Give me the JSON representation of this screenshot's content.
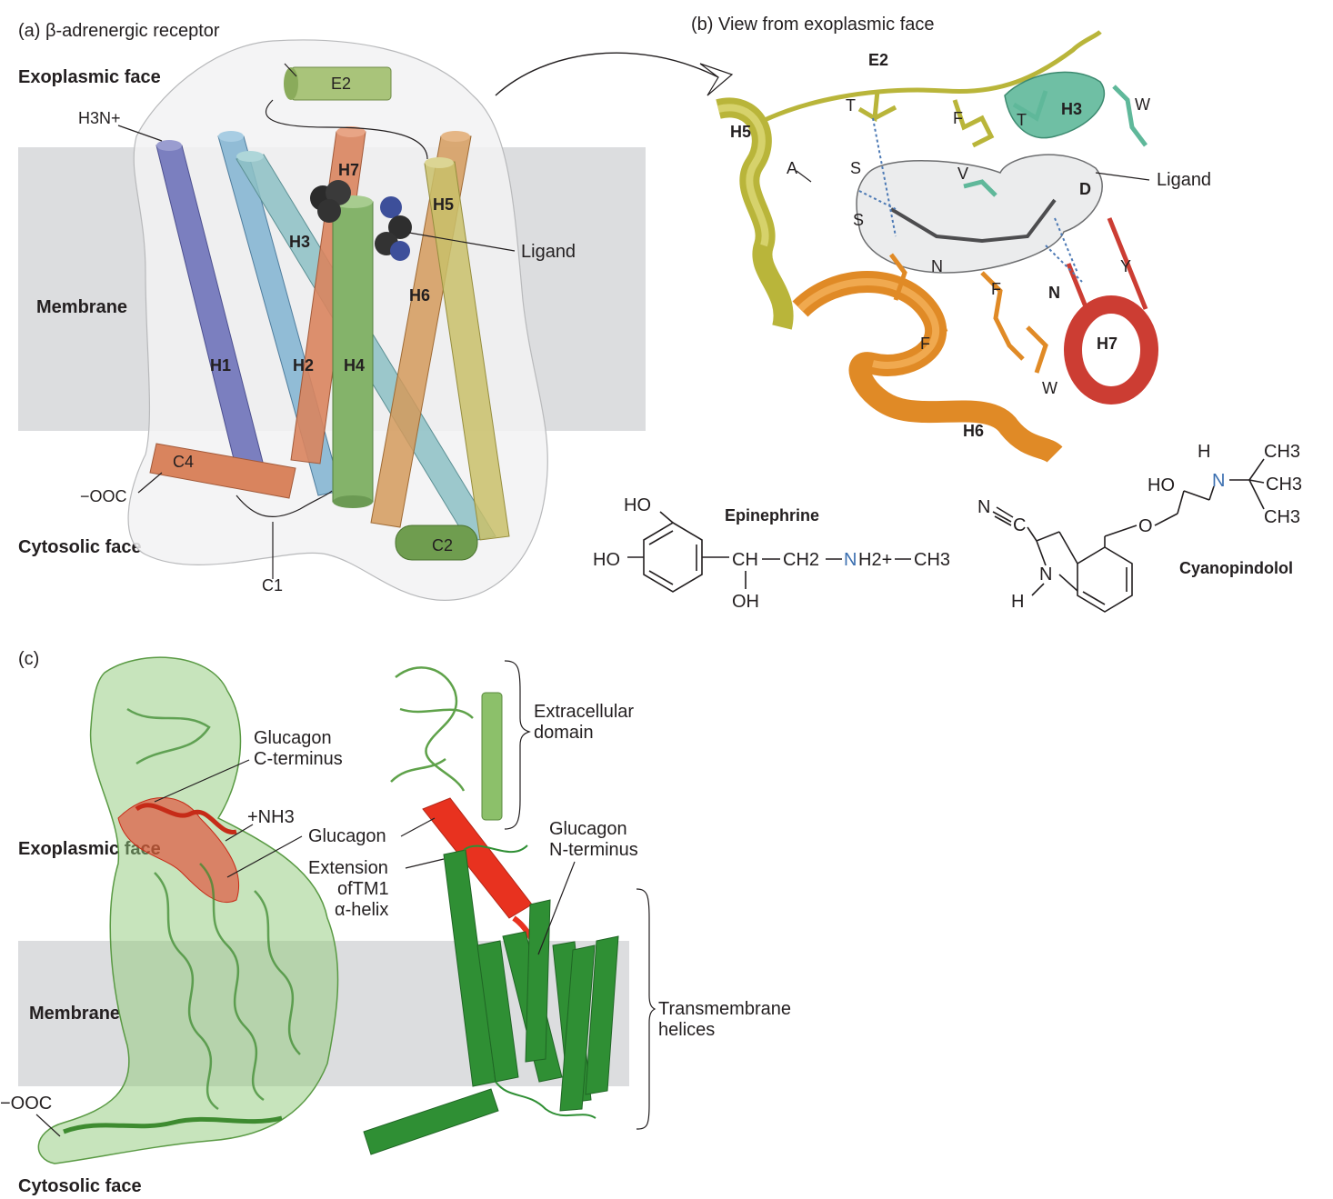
{
  "panel_a": {
    "title": "(a)  β-adrenergic receptor",
    "exoplasmic_face": "Exoplasmic face",
    "membrane": "Membrane",
    "cytosolic_face": "Cytosolic face",
    "n_terminus": "H3N+",
    "c_terminus": "−OOC",
    "helices": [
      "H1",
      "H2",
      "H3",
      "H4",
      "H5",
      "H6",
      "H7"
    ],
    "loops": [
      "E2",
      "C1",
      "C2",
      "C4"
    ],
    "ligand": "Ligand"
  },
  "panel_b": {
    "title": "(b)  View from exoplasmic face",
    "helices": [
      "H3",
      "H5",
      "H6",
      "H7"
    ],
    "e2": "E2",
    "ligand": "Ligand",
    "residues": [
      "T",
      "F",
      "T",
      "W",
      "A",
      "S",
      "V",
      "D",
      "S",
      "N",
      "F",
      "N",
      "Y",
      "F",
      "W"
    ]
  },
  "epinephrine": {
    "name": "Epinephrine",
    "ho_top": "HO",
    "ho_left": "HO",
    "chain_ch": "CH",
    "chain_ch2": "CH2",
    "chain_n": "N",
    "chain_h2": "H2+",
    "chain_ch3": "CH3",
    "oh": "OH"
  },
  "cyanopindolol": {
    "name": "Cyanopindolol",
    "h_top": "H",
    "n_amine": "N",
    "ch3_a": "CH3",
    "ch3_b": "CH3",
    "ch3_c": "CH3",
    "ho": "HO",
    "o": "O",
    "nc": "N",
    "c": "C",
    "ring_n": "N",
    "ring_h": "H"
  },
  "panel_c": {
    "title": "(c)",
    "exoplasmic_face": "Exoplasmic face",
    "membrane": "Membrane",
    "cytosolic_face": "Cytosolic face",
    "c_terminus": "−OOC",
    "glucagon_c_terminus": [
      "Glucagon",
      "C-terminus"
    ],
    "nh3": "+NH3",
    "glucagon": "Glucagon",
    "extension": [
      "Extension",
      "ofTM1",
      "α-helix"
    ],
    "glucagon_n_terminus": [
      "Glucagon",
      "N-terminus"
    ],
    "extracellular_domain": [
      "Extracellular",
      "domain"
    ],
    "transmembrane_helices": [
      "Transmembrane",
      "helices"
    ]
  },
  "colors": {
    "membrane": "#dcdddf",
    "h1": "#7b7fbf",
    "h2": "#86b6d3",
    "h3": "#8cc0c4",
    "h4": "#84b36a",
    "h5": "#c9c06a",
    "h6": "#d49a5c",
    "h7": "#d9845e",
    "e2": "#a9c47a",
    "glucagon_red": "#e8321f",
    "receptor_green": "#2f8f34",
    "b_yellow": "#b9b53a",
    "b_teal": "#5fb89a",
    "b_orange": "#e08a26",
    "b_red": "#cc3d33"
  }
}
